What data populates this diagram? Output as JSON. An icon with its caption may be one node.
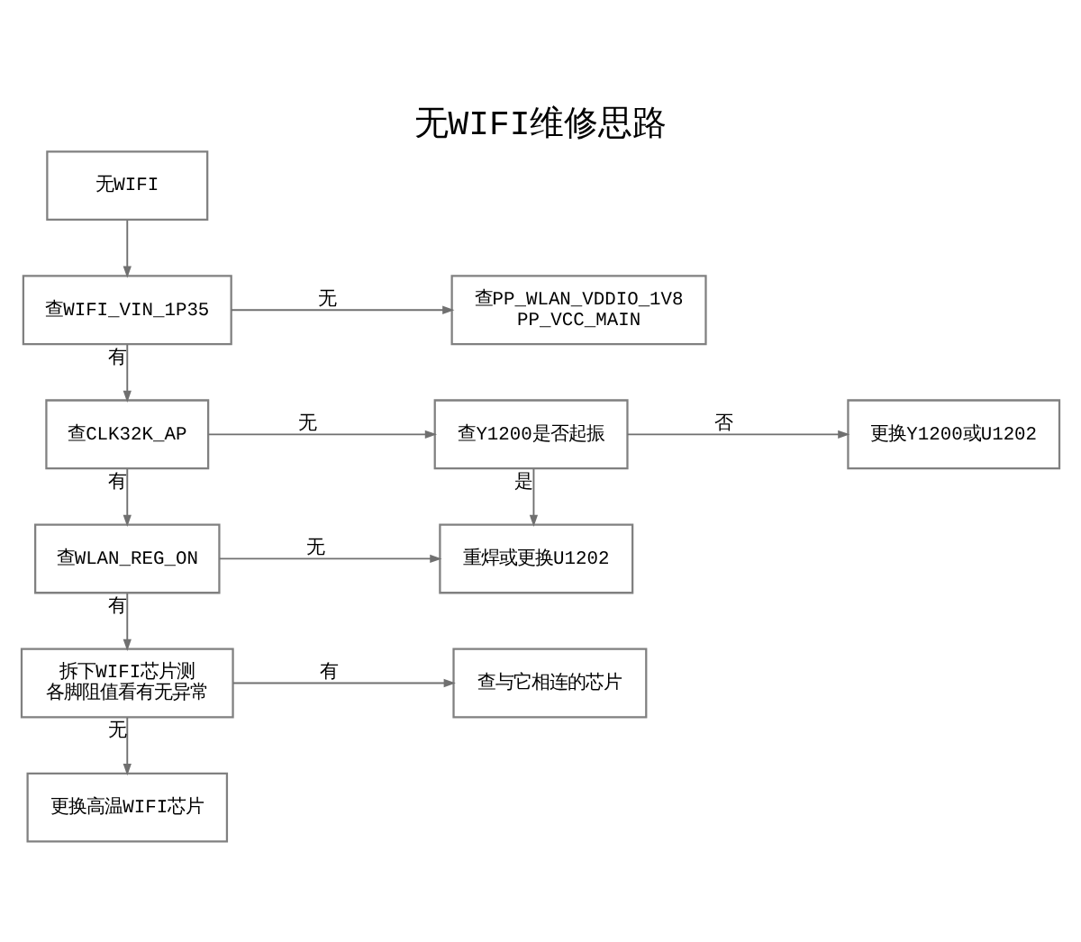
{
  "diagram": {
    "title": "无WIFI维修思路",
    "nodes": [
      {
        "text": [
          "无WIFI"
        ]
      },
      {
        "text": [
          "查WIFI_VIN_1P35"
        ]
      },
      {
        "text": [
          "查PP_WLAN_VDDIO_1V8 PP_VCC_MAIN"
        ]
      },
      {
        "text": [
          "查CLK32K_AP"
        ]
      },
      {
        "text": [
          "查Y1200是否起振"
        ]
      },
      {
        "text": [
          "更换Y1200或U1202"
        ]
      },
      {
        "text": [
          "查WLAN_REG_ON"
        ]
      },
      {
        "text": [
          "重焊或更换U1202"
        ]
      },
      {
        "text": [
          "拆下WIFI芯片测各脚阻值看有无异常"
        ]
      },
      {
        "text": [
          "查与它相连的芯片"
        ]
      },
      {
        "text": [
          "更换高温WIFI芯片"
        ]
      }
    ],
    "edges": [
      {
        "from": 0,
        "to": 1,
        "arrow": "to"
      },
      {
        "from": 1,
        "to": 2,
        "label": "无",
        "arrow": "to"
      },
      {
        "from": 1,
        "to": 3,
        "label": "有",
        "arrow": "to"
      },
      {
        "from": 3,
        "to": 4,
        "label": "无",
        "arrow": "to"
      },
      {
        "from": 4,
        "to": 5,
        "label": "否",
        "arrow": "to"
      },
      {
        "from": 4,
        "to": 7,
        "label": "是",
        "arrow": "to"
      },
      {
        "from": 3,
        "to": 6,
        "label": "有",
        "arrow": "to"
      },
      {
        "from": 6,
        "to": 7,
        "label": "无",
        "arrow": "to"
      },
      {
        "from": 6,
        "to": 8,
        "label": "有",
        "arrow": "to"
      },
      {
        "from": 8,
        "to": 9,
        "label": "有",
        "arrow": "to"
      },
      {
        "from": 8,
        "to": 10,
        "label": "无",
        "arrow": "to"
      }
    ]
  }
}
